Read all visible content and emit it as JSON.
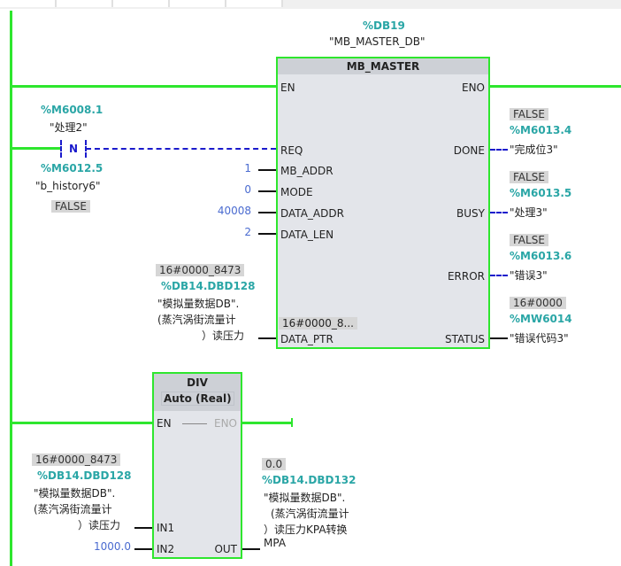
{
  "mb_master": {
    "instance_addr": "%DB19",
    "instance_name": "\"MB_MASTER_DB\"",
    "title": "MB_MASTER",
    "pins_in": {
      "en": "EN",
      "req": "REQ",
      "mb_addr": "MB_ADDR",
      "mode": "MODE",
      "data_addr": "DATA_ADDR",
      "data_len": "DATA_LEN",
      "data_ptr": "DATA_PTR"
    },
    "pins_out": {
      "eno": "ENO",
      "done": "DONE",
      "busy": "BUSY",
      "error": "ERROR",
      "status": "STATUS"
    },
    "inputs": {
      "mb_addr": "1",
      "mode": "0",
      "data_addr": "40008",
      "data_len": "2",
      "data_ptr_value": "16#0000_8...",
      "data_ptr_monitor": "16#0000_8473",
      "data_ptr_addr": "%DB14.DBD128",
      "data_ptr_name1": "\"模拟量数据DB\".",
      "data_ptr_name2": "(蒸汽涡街流量计",
      "data_ptr_name3": "）读压力"
    },
    "outputs": {
      "done": {
        "value": "FALSE",
        "addr": "%M6013.4",
        "name": "\"完成位3\""
      },
      "busy": {
        "value": "FALSE",
        "addr": "%M6013.5",
        "name": "\"处理3\""
      },
      "error": {
        "value": "FALSE",
        "addr": "%M6013.6",
        "name": "\"错误3\""
      },
      "status": {
        "value": "16#0000",
        "addr": "%MW6014",
        "name": "\"错误代码3\""
      }
    }
  },
  "contact": {
    "addr": "%M6008.1",
    "name": "\"处理2\"",
    "symbol": "N",
    "mem_addr": "%M6012.5",
    "mem_name": "\"b_history6\"",
    "mem_value": "FALSE"
  },
  "div": {
    "title": "DIV",
    "type": "Auto (Real)",
    "en": "EN",
    "eno": "ENO",
    "in1": "IN1",
    "in2": "IN2",
    "out": "OUT",
    "in1_value": "16#0000_8473",
    "in1_addr": "%DB14.DBD128",
    "in1_name1": "\"模拟量数据DB\".",
    "in1_name2": "(蒸汽涡街流量计",
    "in1_name3": "）读压力",
    "in2_value": "1000.0",
    "out_value": "0.0",
    "out_addr": "%DB14.DBD132",
    "out_name1": "\"模拟量数据DB\".",
    "out_name2": "(蒸汽涡街流量计",
    "out_name3": "）读压力KPA转换",
    "out_name4": "MPA"
  }
}
